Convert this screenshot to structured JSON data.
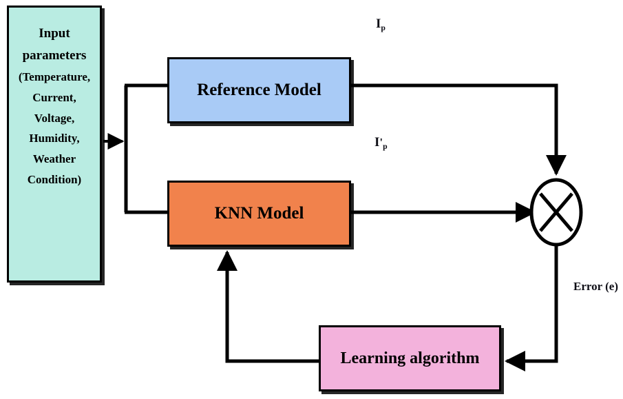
{
  "diagram": {
    "title": "MRAS control block diagram with KNN model",
    "background": "#ffffff",
    "line_color": "#000000"
  },
  "nodes": {
    "input_parameters": {
      "name": "input-parameters",
      "fill": "#b9ece2",
      "lines": [
        "Input",
        "parameters",
        "(Temperature,",
        "Current,",
        "Voltage,",
        "Humidity,",
        "Weather",
        "Condition)"
      ]
    },
    "reference_model": {
      "name": "reference-model",
      "label": "Reference Model",
      "fill": "#a9cbf6"
    },
    "knn_model": {
      "name": "knn-model",
      "label": "KNN Model",
      "fill": "#f1824c"
    },
    "learning_algorithm": {
      "name": "learning-algorithm",
      "label": "Learning algorithm",
      "fill": "#f3b2dc"
    },
    "summing_junction": {
      "name": "summing-junction",
      "symbol": "X",
      "fill": "#ffffff",
      "stroke": "#000000"
    }
  },
  "labels": {
    "reference_output": {
      "base": "I",
      "prime": "",
      "subscript": "p"
    },
    "model_output": {
      "base": "I",
      "prime": "'",
      "subscript": "p"
    },
    "error": "Error (e)"
  },
  "edges": [
    {
      "name": "input-to-split",
      "from": "input_parameters",
      "to": "split-node"
    },
    {
      "name": "split-to-reference-model",
      "from": "split-node",
      "to": "reference_model"
    },
    {
      "name": "split-to-knn-model",
      "from": "split-node",
      "to": "knn_model"
    },
    {
      "name": "reference-model-to-summing-junction",
      "from": "reference_model",
      "to": "summing_junction",
      "label": "I_p"
    },
    {
      "name": "knn-model-to-summing-junction",
      "from": "knn_model",
      "to": "summing_junction",
      "label": "I'_p"
    },
    {
      "name": "summing-junction-to-learning-algorithm",
      "from": "summing_junction",
      "to": "learning_algorithm",
      "label": "Error (e)"
    },
    {
      "name": "learning-algorithm-to-knn-model",
      "from": "learning_algorithm",
      "to": "knn_model"
    }
  ]
}
